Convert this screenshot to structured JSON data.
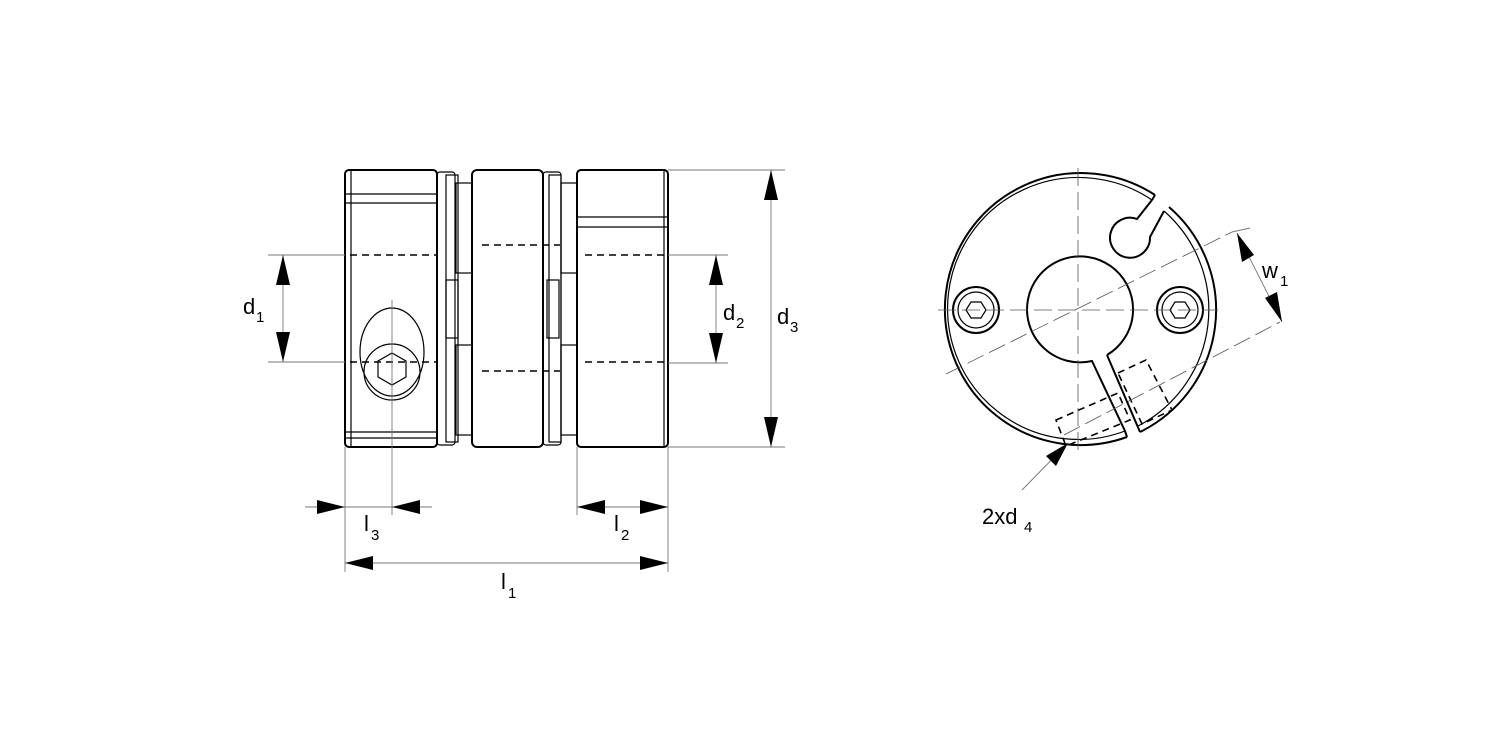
{
  "labels": {
    "d1": {
      "base": "d",
      "sub": "1"
    },
    "d2": {
      "base": "d",
      "sub": "2"
    },
    "d3": {
      "base": "d",
      "sub": "3"
    },
    "l1": {
      "base": "l",
      "sub": "1"
    },
    "l2": {
      "base": "l",
      "sub": "2"
    },
    "l3": {
      "base": "l",
      "sub": "3"
    },
    "w1": {
      "base": "w",
      "sub": "1"
    },
    "d4": {
      "base": "2xd",
      "sub": "4"
    }
  }
}
